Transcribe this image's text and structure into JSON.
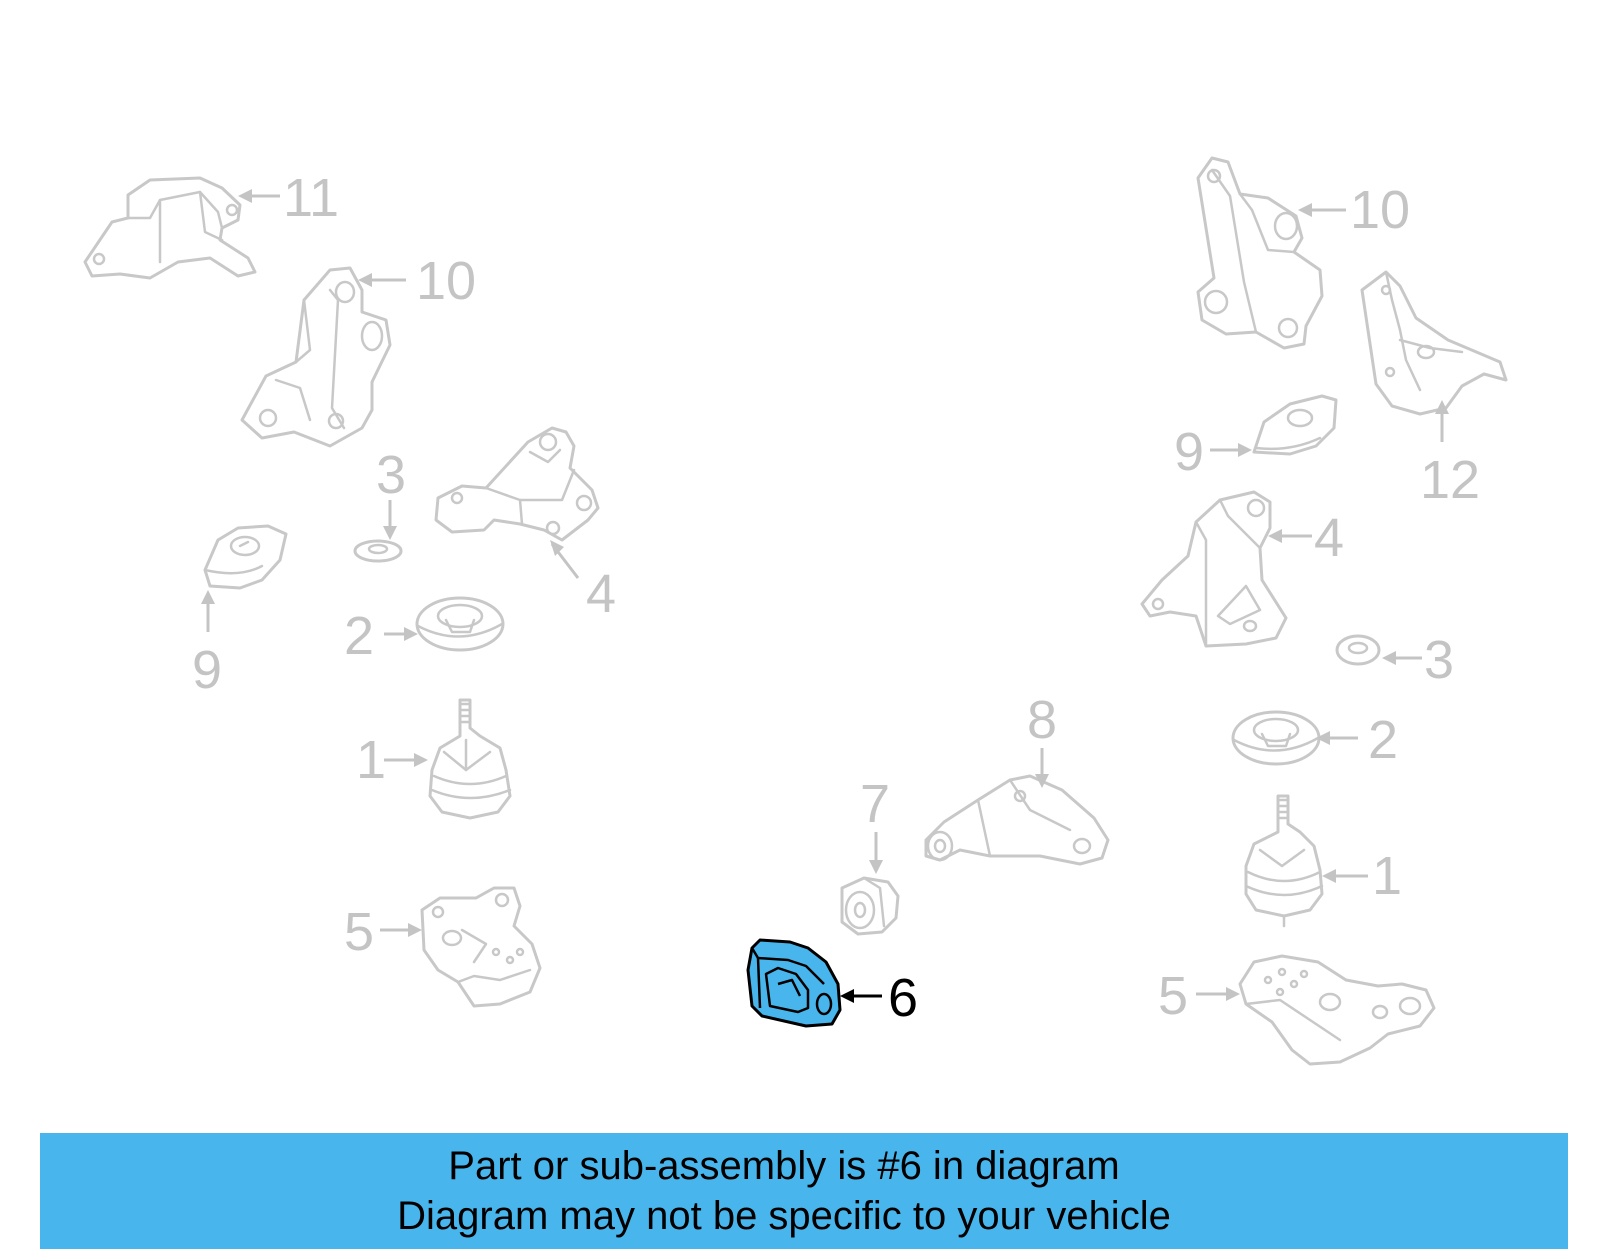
{
  "diagram": {
    "callouts": {
      "c11": "11",
      "c10_left": "10",
      "c3_left": "3",
      "c4_left": "4",
      "c9_left": "9",
      "c2_left": "2",
      "c1_left": "1",
      "c5_left": "5",
      "c7": "7",
      "c8": "8",
      "c6": "6",
      "c10_right": "10",
      "c12": "12",
      "c9_right": "9",
      "c4_right": "4",
      "c3_right": "3",
      "c2_right": "2",
      "c1_right": "1",
      "c5_right": "5"
    },
    "highlight_part": "6",
    "highlight_color": "#48b6ec",
    "muted_color": "#c4c4c4"
  },
  "banner": {
    "line1": "Part or sub-assembly is #6 in diagram",
    "line2": "Diagram may not be specific to your vehicle",
    "background": "#48b6ec"
  }
}
